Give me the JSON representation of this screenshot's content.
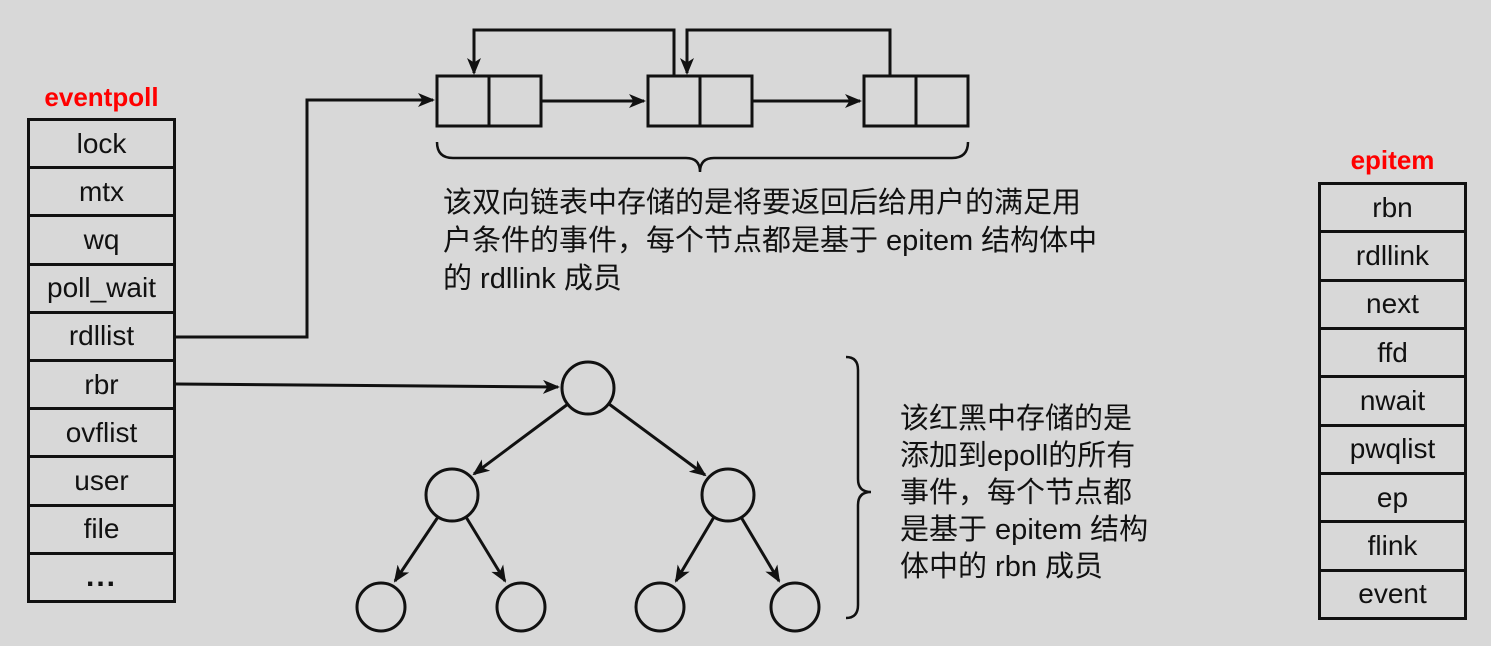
{
  "page": {
    "background_color": "#d8d8d8",
    "line_color": "#111111",
    "accent_color": "#ff0000"
  },
  "eventpoll": {
    "title": "eventpoll",
    "fields": [
      "lock",
      "mtx",
      "wq",
      "poll_wait",
      "rdllist",
      "rbr",
      "ovflist",
      "user",
      "file",
      "..."
    ]
  },
  "epitem": {
    "title": "epitem",
    "fields": [
      "rbn",
      "rdllink",
      "next",
      "ffd",
      "nwait",
      "pwqlist",
      "ep",
      "flink",
      "event"
    ]
  },
  "linked_list": {
    "node_count": 3,
    "caption_lines": [
      "该双向链表中存储的是将要返回后给用户的满足用",
      "户条件的事件，每个节点都是基于 epitem 结构体中",
      "的 rdllink 成员"
    ]
  },
  "rbtree": {
    "node_count": 7,
    "caption_lines": [
      "该红黑中存储的是",
      "添加到epoll的所有",
      "事件，每个节点都",
      "是基于 epitem 结构",
      "体中的 rbn 成员"
    ]
  }
}
